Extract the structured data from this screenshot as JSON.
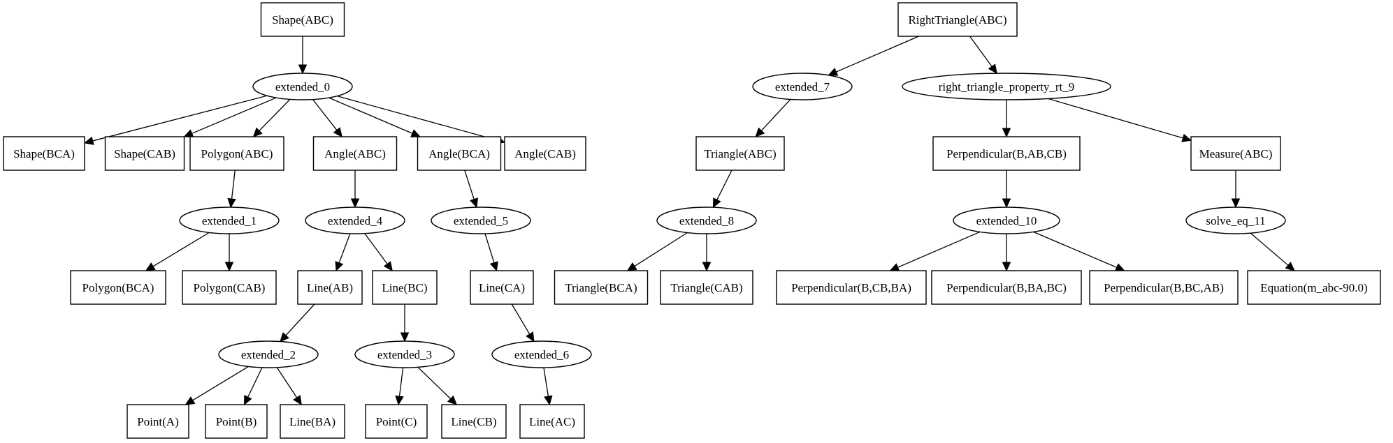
{
  "diagram": {
    "nodes": [
      {
        "id": "shape_abc",
        "label": "Shape(ABC)",
        "shape": "box"
      },
      {
        "id": "extended_0",
        "label": "extended_0",
        "shape": "ellipse"
      },
      {
        "id": "shape_bca",
        "label": "Shape(BCA)",
        "shape": "box"
      },
      {
        "id": "shape_cab",
        "label": "Shape(CAB)",
        "shape": "box"
      },
      {
        "id": "polygon_abc",
        "label": "Polygon(ABC)",
        "shape": "box"
      },
      {
        "id": "angle_abc",
        "label": "Angle(ABC)",
        "shape": "box"
      },
      {
        "id": "angle_bca",
        "label": "Angle(BCA)",
        "shape": "box"
      },
      {
        "id": "angle_cab",
        "label": "Angle(CAB)",
        "shape": "box"
      },
      {
        "id": "extended_1",
        "label": "extended_1",
        "shape": "ellipse"
      },
      {
        "id": "extended_4",
        "label": "extended_4",
        "shape": "ellipse"
      },
      {
        "id": "extended_5",
        "label": "extended_5",
        "shape": "ellipse"
      },
      {
        "id": "polygon_bca",
        "label": "Polygon(BCA)",
        "shape": "box"
      },
      {
        "id": "polygon_cab",
        "label": "Polygon(CAB)",
        "shape": "box"
      },
      {
        "id": "line_ab",
        "label": "Line(AB)",
        "shape": "box"
      },
      {
        "id": "line_bc",
        "label": "Line(BC)",
        "shape": "box"
      },
      {
        "id": "line_ca",
        "label": "Line(CA)",
        "shape": "box"
      },
      {
        "id": "extended_2",
        "label": "extended_2",
        "shape": "ellipse"
      },
      {
        "id": "extended_3",
        "label": "extended_3",
        "shape": "ellipse"
      },
      {
        "id": "extended_6",
        "label": "extended_6",
        "shape": "ellipse"
      },
      {
        "id": "point_a",
        "label": "Point(A)",
        "shape": "box"
      },
      {
        "id": "point_b",
        "label": "Point(B)",
        "shape": "box"
      },
      {
        "id": "line_ba",
        "label": "Line(BA)",
        "shape": "box"
      },
      {
        "id": "point_c",
        "label": "Point(C)",
        "shape": "box"
      },
      {
        "id": "line_cb",
        "label": "Line(CB)",
        "shape": "box"
      },
      {
        "id": "line_ac",
        "label": "Line(AC)",
        "shape": "box"
      },
      {
        "id": "right_triangle_abc",
        "label": "RightTriangle(ABC)",
        "shape": "box"
      },
      {
        "id": "extended_7",
        "label": "extended_7",
        "shape": "ellipse"
      },
      {
        "id": "rt_property_9",
        "label": "right_triangle_property_rt_9",
        "shape": "ellipse"
      },
      {
        "id": "triangle_abc",
        "label": "Triangle(ABC)",
        "shape": "box"
      },
      {
        "id": "perp_b_ab_cb",
        "label": "Perpendicular(B,AB,CB)",
        "shape": "box"
      },
      {
        "id": "measure_abc",
        "label": "Measure(ABC)",
        "shape": "box"
      },
      {
        "id": "extended_8",
        "label": "extended_8",
        "shape": "ellipse"
      },
      {
        "id": "extended_10",
        "label": "extended_10",
        "shape": "ellipse"
      },
      {
        "id": "solve_eq_11",
        "label": "solve_eq_11",
        "shape": "ellipse"
      },
      {
        "id": "triangle_bca",
        "label": "Triangle(BCA)",
        "shape": "box"
      },
      {
        "id": "triangle_cab",
        "label": "Triangle(CAB)",
        "shape": "box"
      },
      {
        "id": "perp_b_cb_ba",
        "label": "Perpendicular(B,CB,BA)",
        "shape": "box"
      },
      {
        "id": "perp_b_ba_bc",
        "label": "Perpendicular(B,BA,BC)",
        "shape": "box"
      },
      {
        "id": "perp_b_bc_ab",
        "label": "Perpendicular(B,BC,AB)",
        "shape": "box"
      },
      {
        "id": "equation_m_abc",
        "label": "Equation(m_abc-90.0)",
        "shape": "box"
      }
    ],
    "edges": [
      {
        "from": "shape_abc",
        "to": "extended_0"
      },
      {
        "from": "extended_0",
        "to": "shape_bca"
      },
      {
        "from": "extended_0",
        "to": "shape_cab"
      },
      {
        "from": "extended_0",
        "to": "polygon_abc"
      },
      {
        "from": "extended_0",
        "to": "angle_abc"
      },
      {
        "from": "extended_0",
        "to": "angle_bca"
      },
      {
        "from": "extended_0",
        "to": "angle_cab"
      },
      {
        "from": "polygon_abc",
        "to": "extended_1"
      },
      {
        "from": "extended_1",
        "to": "polygon_bca"
      },
      {
        "from": "extended_1",
        "to": "polygon_cab"
      },
      {
        "from": "angle_abc",
        "to": "extended_4"
      },
      {
        "from": "extended_4",
        "to": "line_ab"
      },
      {
        "from": "extended_4",
        "to": "line_bc"
      },
      {
        "from": "angle_bca",
        "to": "extended_5"
      },
      {
        "from": "extended_5",
        "to": "line_ca"
      },
      {
        "from": "line_ab",
        "to": "extended_2"
      },
      {
        "from": "extended_2",
        "to": "point_a"
      },
      {
        "from": "extended_2",
        "to": "point_b"
      },
      {
        "from": "extended_2",
        "to": "line_ba"
      },
      {
        "from": "line_bc",
        "to": "extended_3"
      },
      {
        "from": "extended_3",
        "to": "point_c"
      },
      {
        "from": "extended_3",
        "to": "line_cb"
      },
      {
        "from": "line_ca",
        "to": "extended_6"
      },
      {
        "from": "extended_6",
        "to": "line_ac"
      },
      {
        "from": "right_triangle_abc",
        "to": "extended_7"
      },
      {
        "from": "right_triangle_abc",
        "to": "rt_property_9"
      },
      {
        "from": "extended_7",
        "to": "triangle_abc"
      },
      {
        "from": "rt_property_9",
        "to": "perp_b_ab_cb"
      },
      {
        "from": "rt_property_9",
        "to": "measure_abc"
      },
      {
        "from": "triangle_abc",
        "to": "extended_8"
      },
      {
        "from": "extended_8",
        "to": "triangle_bca"
      },
      {
        "from": "extended_8",
        "to": "triangle_cab"
      },
      {
        "from": "perp_b_ab_cb",
        "to": "extended_10"
      },
      {
        "from": "extended_10",
        "to": "perp_b_cb_ba"
      },
      {
        "from": "extended_10",
        "to": "perp_b_ba_bc"
      },
      {
        "from": "extended_10",
        "to": "perp_b_bc_ab"
      },
      {
        "from": "measure_abc",
        "to": "solve_eq_11"
      },
      {
        "from": "solve_eq_11",
        "to": "equation_m_abc"
      }
    ]
  }
}
